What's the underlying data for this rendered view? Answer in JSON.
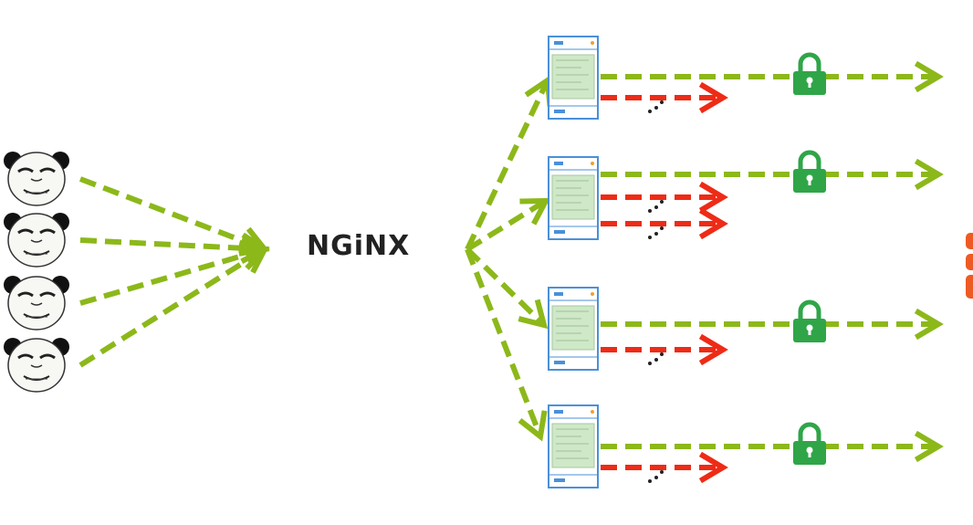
{
  "brand": {
    "label": "NGiNX",
    "color": "#222222"
  },
  "colors": {
    "green_arrow": "#8cb81a",
    "red_arrow": "#ee2b16",
    "lock": "#2fa548",
    "server_border": "#4a90d9",
    "server_panel": "#cfe8c7",
    "database": "#ee5a24"
  },
  "icons": {
    "client": "panda-face-icon",
    "lock": "lock-icon",
    "server": "server-icon",
    "database": "database-icon"
  },
  "clients": [
    {
      "id": "client-1"
    },
    {
      "id": "client-2"
    },
    {
      "id": "client-3"
    },
    {
      "id": "client-4"
    }
  ],
  "servers": [
    {
      "id": "server-1",
      "failed_requests": 1
    },
    {
      "id": "server-2",
      "failed_requests": 2
    },
    {
      "id": "server-3",
      "failed_requests": 1
    },
    {
      "id": "server-4",
      "failed_requests": 1
    }
  ]
}
